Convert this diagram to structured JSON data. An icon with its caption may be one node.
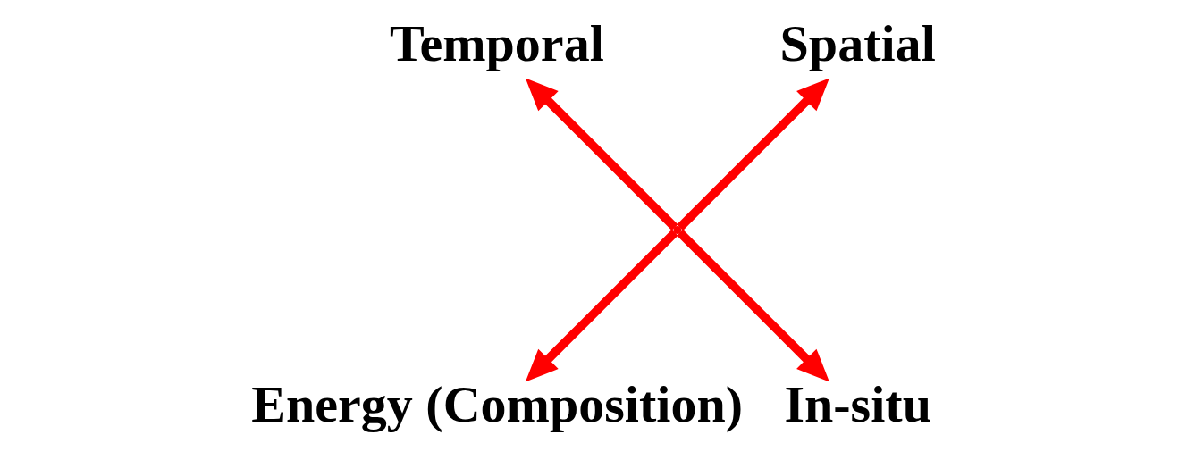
{
  "diagram": {
    "nodes": [
      {
        "text": [],
        "shape": "point"
      },
      {
        "text": [
          "Spatial"
        ]
      },
      {
        "text": [
          "Temporal"
        ]
      },
      {
        "text": [
          "Energy (Composition)"
        ]
      },
      {
        "text": [
          "In-situ"
        ]
      }
    ],
    "edges": [
      {
        "from": 0,
        "to": 1,
        "arrow": "to"
      },
      {
        "from": 0,
        "to": 2,
        "arrow": "to"
      },
      {
        "from": 0,
        "to": 3,
        "arrow": "to"
      },
      {
        "from": 0,
        "to": 4,
        "arrow": "to"
      }
    ]
  }
}
